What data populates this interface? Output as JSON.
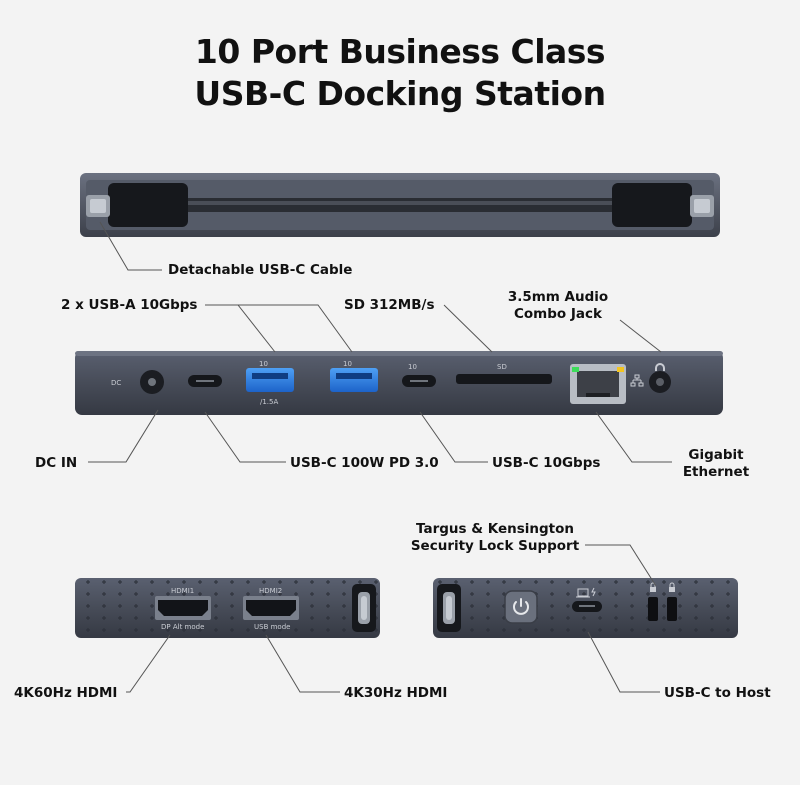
{
  "title": {
    "line1": "10 Port Business Class",
    "line2": "USB-C Docking Station"
  },
  "labels": {
    "cable": "Detachable USB-C Cable",
    "usb_a": "2 x USB-A 10Gbps",
    "sd": "SD 312MB/s",
    "audio_line1": "3.5mm Audio",
    "audio_line2": "Combo Jack",
    "dc_in": "DC IN",
    "usbc_pd": "USB-C 100W PD 3.0",
    "usbc_10g": "USB-C 10Gbps",
    "ethernet_line1": "Gigabit",
    "ethernet_line2": "Ethernet",
    "lock_line1": "Targus & Kensington",
    "lock_line2": "Security Lock Support",
    "hdmi1_label": "4K60Hz HDMI",
    "hdmi2_label": "4K30Hz HDMI",
    "usbc_host": "USB-C to Host"
  },
  "port_marks": {
    "dc": "DC",
    "usb_a_speed": "10",
    "usb_a_current": "/1.5A",
    "usbc_speed": "10",
    "sd": "SD",
    "hdmi1": "HDMI1",
    "hdmi1_mode": "DP Alt mode",
    "hdmi2": "HDMI2",
    "hdmi2_mode": "USB mode"
  },
  "colors": {
    "body": "#4a4f5c",
    "body_dark": "#2f333c",
    "leader": "#555555"
  }
}
